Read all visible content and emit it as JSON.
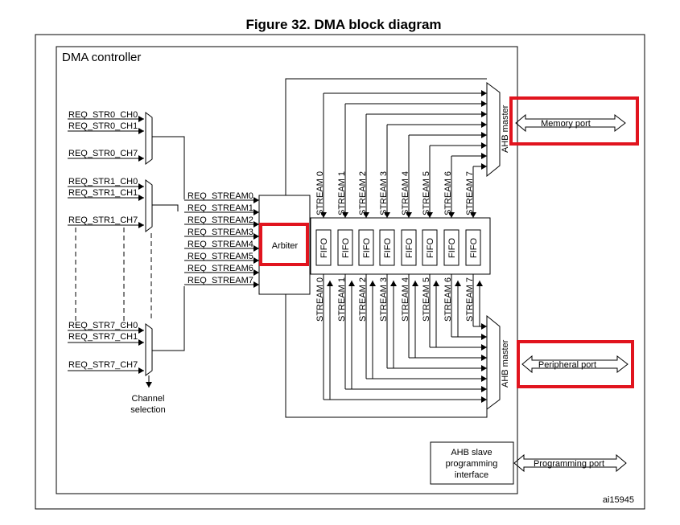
{
  "figure_title": "Figure 32. DMA block diagram",
  "controller_label": "DMA controller",
  "req_channels": [
    [
      "REQ_STR0_CH0",
      "REQ_STR0_CH1",
      "REQ_STR0_CH7"
    ],
    [
      "REQ_STR1_CH0",
      "REQ_STR1_CH1",
      "REQ_STR1_CH7"
    ],
    [
      "REQ_STR7_CH0",
      "REQ_STR7_CH1",
      "REQ_STR7_CH7"
    ]
  ],
  "channel_selection": [
    "Channel",
    "selection"
  ],
  "req_streams": [
    "REQ_STREAM0",
    "REQ_STREAM1",
    "REQ_STREAM2",
    "REQ_STREAM3",
    "REQ_STREAM4",
    "REQ_STREAM5",
    "REQ_STREAM6",
    "REQ_STREAM7"
  ],
  "arbiter_label": "Arbiter",
  "streams_top": [
    "STREAM 0",
    "STREAM 1",
    "STREAM 2",
    "STREAM 3",
    "STREAM 4",
    "STREAM 5",
    "STREAM 6",
    "STREAM 7"
  ],
  "streams_bottom": [
    "STREAM 0",
    "STREAM 1",
    "STREAM 2",
    "STREAM 3",
    "STREAM 4",
    "STREAM 5",
    "STREAM 6",
    "STREAM 7"
  ],
  "fifo_label": "FIFO",
  "ahb_master_label": "AHB master",
  "memory_port_label": "Memory port",
  "peripheral_port_label": "Peripheral port",
  "ahb_slave_lines": [
    "AHB slave",
    "programming",
    "interface"
  ],
  "programming_port_label": "Programming port",
  "footer_code": "ai15945",
  "highlight_color": "#e1141e"
}
